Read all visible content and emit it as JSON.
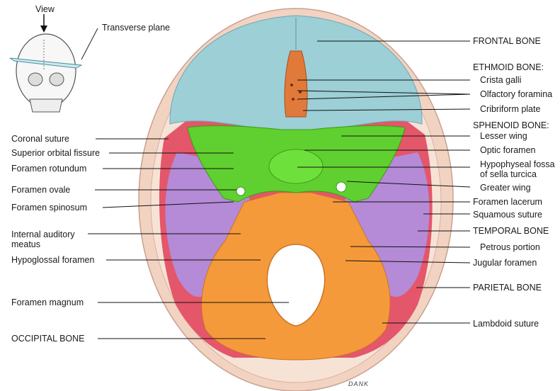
{
  "inset": {
    "view_label": "View",
    "plane_label": "Transverse plane"
  },
  "labels_left": {
    "coronal_suture": "Coronal suture",
    "superior_orbital_fissure": "Superior orbital fissure",
    "foramen_rotundum": "Foramen rotundum",
    "foramen_ovale": "Foramen ovale",
    "foramen_spinosum": "Foramen spinosum",
    "internal_auditory_meatus": "Internal auditory meatus",
    "hypoglossal_foramen": "Hypoglossal foramen",
    "foramen_magnum": "Foramen magnum",
    "occipital_bone": "OCCIPITAL BONE"
  },
  "labels_right": {
    "frontal_bone": "FRONTAL BONE",
    "ethmoid_bone": "ETHMOID BONE:",
    "crista_galli": "Crista galli",
    "olfactory_foramina": "Olfactory foramina",
    "cribriform_plate": "Cribriform plate",
    "sphenoid_bone": "SPHENOID BONE:",
    "lesser_wing": "Lesser wing",
    "optic_foramen": "Optic foramen",
    "hypophyseal_fossa": "Hypophyseal fossa of sella turcica",
    "greater_wing": "Greater wing",
    "foramen_lacerum": "Foramen lacerum",
    "squamous_suture": "Squamous suture",
    "temporal_bone": "TEMPORAL BONE",
    "petrous_portion": "Petrous portion",
    "jugular_foramen": "Jugular foramen",
    "parietal_bone": "PARIETAL BONE",
    "lambdoid_suture": "Lambdoid suture"
  },
  "signature": "DANK",
  "colors": {
    "frontal": "#9ccfd6",
    "ethmoid": "#e07a3a",
    "sphenoid": "#5fd02f",
    "temporal": "#b58ad6",
    "parietal": "#e4566a",
    "occipital": "#f59a3a",
    "rim": "#f3d7c6"
  }
}
